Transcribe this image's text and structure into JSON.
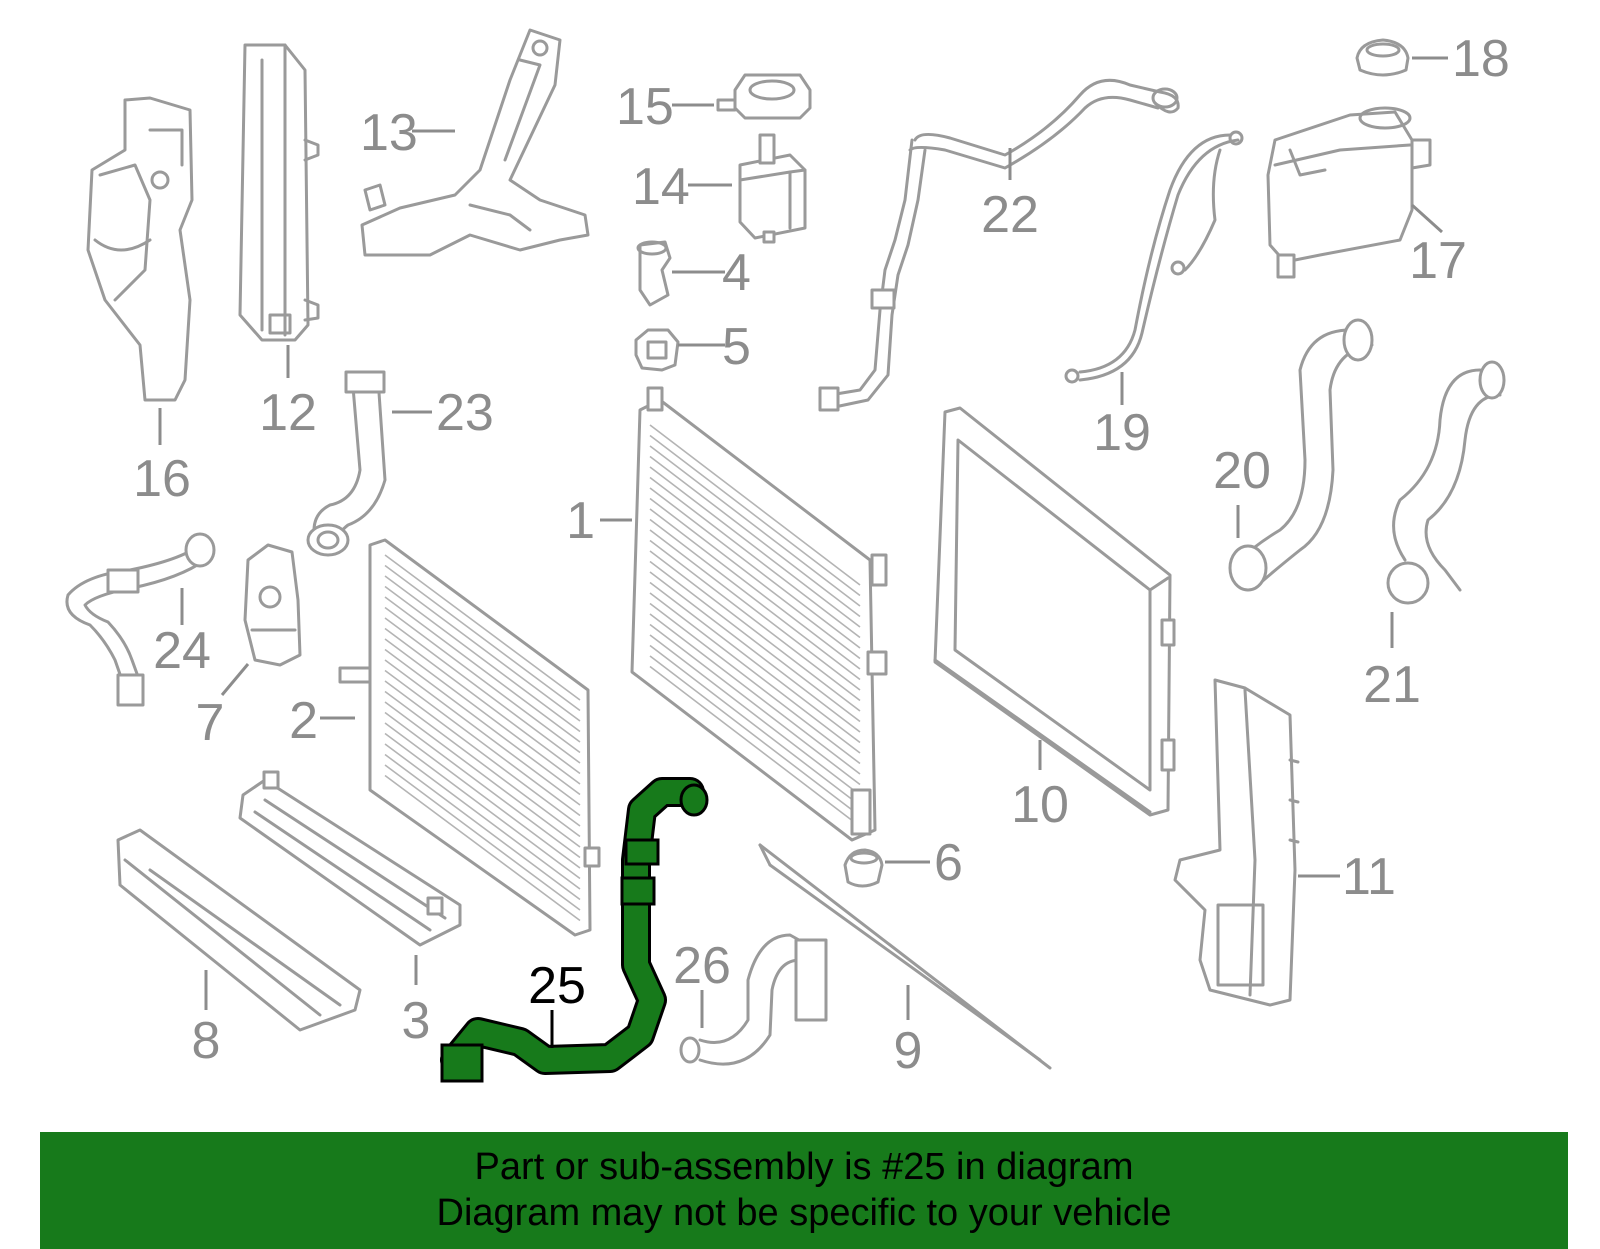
{
  "diagram": {
    "highlighted_part": "25",
    "colors": {
      "part_outline": "#9a9a9a",
      "callout": "#8c8c8c",
      "highlight": "#177a1b",
      "highlight_label": "#000000",
      "banner": "#177a1b"
    },
    "callouts": [
      {
        "id": "1",
        "label": "1"
      },
      {
        "id": "2",
        "label": "2"
      },
      {
        "id": "3",
        "label": "3"
      },
      {
        "id": "4",
        "label": "4"
      },
      {
        "id": "5",
        "label": "5"
      },
      {
        "id": "6",
        "label": "6"
      },
      {
        "id": "7",
        "label": "7"
      },
      {
        "id": "8",
        "label": "8"
      },
      {
        "id": "9",
        "label": "9"
      },
      {
        "id": "10",
        "label": "10"
      },
      {
        "id": "11",
        "label": "11"
      },
      {
        "id": "12",
        "label": "12"
      },
      {
        "id": "13",
        "label": "13"
      },
      {
        "id": "14",
        "label": "14"
      },
      {
        "id": "15",
        "label": "15"
      },
      {
        "id": "16",
        "label": "16"
      },
      {
        "id": "17",
        "label": "17"
      },
      {
        "id": "18",
        "label": "18"
      },
      {
        "id": "19",
        "label": "19"
      },
      {
        "id": "20",
        "label": "20"
      },
      {
        "id": "21",
        "label": "21"
      },
      {
        "id": "22",
        "label": "22"
      },
      {
        "id": "23",
        "label": "23"
      },
      {
        "id": "24",
        "label": "24"
      },
      {
        "id": "25",
        "label": "25"
      },
      {
        "id": "26",
        "label": "26"
      }
    ]
  },
  "banner": {
    "line1": "Part or sub-assembly is #25 in diagram",
    "line2": "Diagram may not be specific to your vehicle"
  }
}
